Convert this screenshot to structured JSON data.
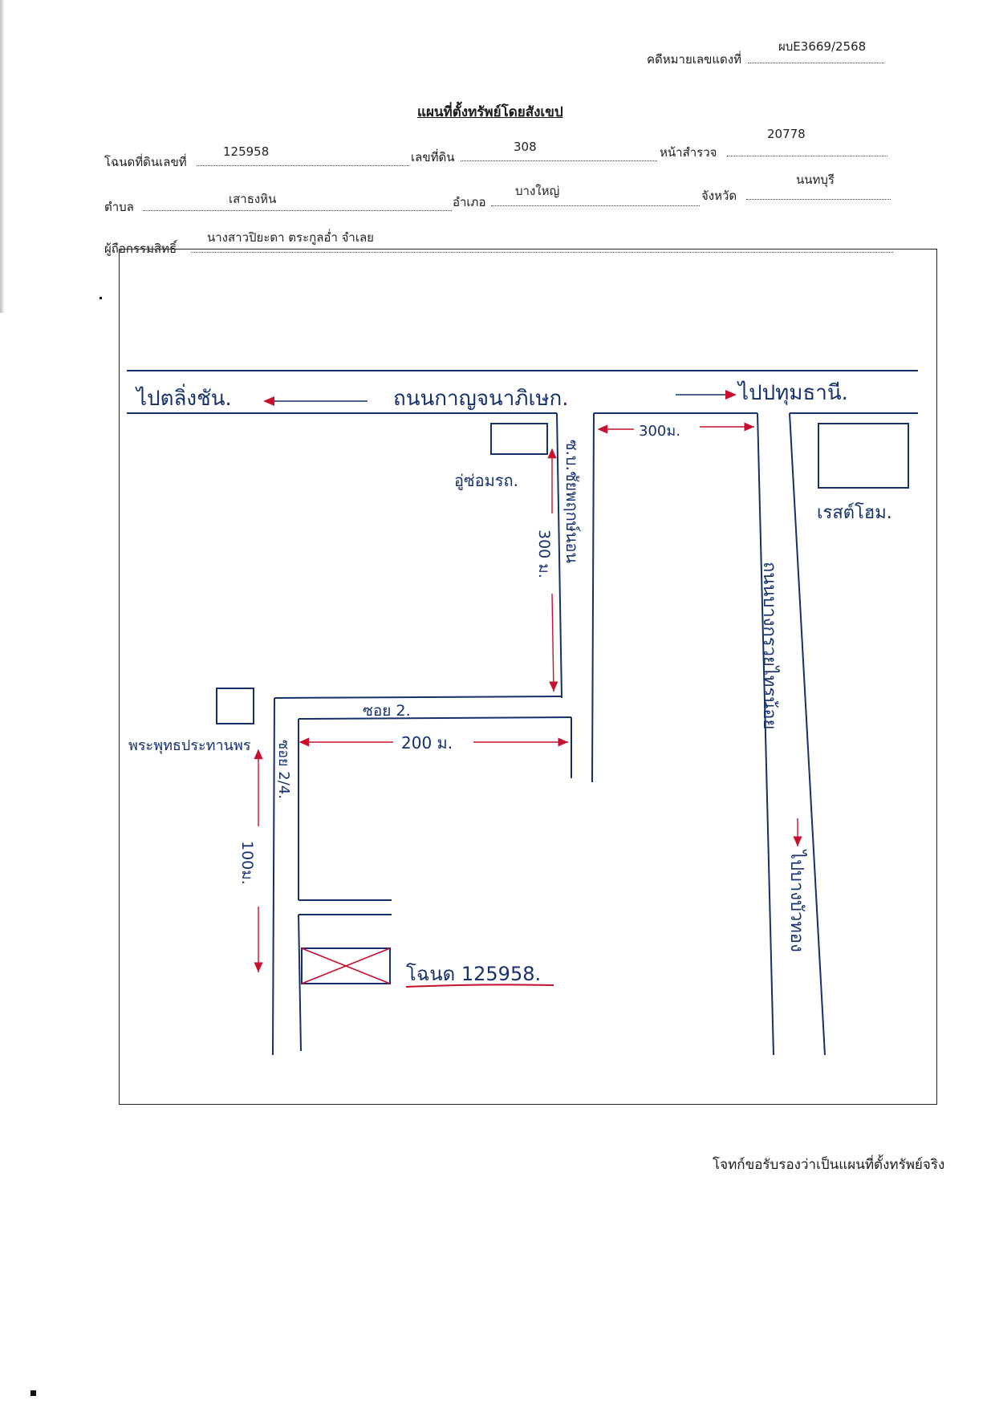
{
  "header": {
    "case_label": "คดีหมายเลขแดงที่",
    "case_value": "ผบE3669/2568"
  },
  "title": "แผนที่ตั้งทรัพย์โดยสังเขป",
  "fields": {
    "deed_label": "โฉนดที่ดินเลขที่",
    "deed_value": "125958",
    "land_no_label": "เลขที่ดิน",
    "land_no_value": "308",
    "survey_page_label": "หน้าสำรวจ",
    "survey_page_value": "20778",
    "subdistrict_label": "ตำบล",
    "subdistrict_value": "เสาธงหิน",
    "district_label": "อำเภอ",
    "district_value": "บางใหญ่",
    "province_label": "จังหวัด",
    "province_value": "นนทบุรี",
    "owner_label": "ผู้ถือกรรมสิทธิ์",
    "owner_value": "นางสาวปิยะดา ตระกูลอ่ำ จำเลย"
  },
  "map": {
    "to_taling_chan": "ไปตลิ่งชัน.",
    "main_road": "ถนนกาญจนาภิเษก.",
    "to_pathum_thani": "ไปปทุมธานี.",
    "dist_300_top": "300ม.",
    "garage": "อู่ซ่อมรถ.",
    "best_home": "เรสต์โฮม.",
    "dist_300_side": "300 ม.",
    "soi_left": "ซ.บ.ชัยพฤกษ์นอน",
    "road_right": "ถนนบางกรวยไทรน้อย",
    "to_bang_bua_thong": "ไปบางบัวทอง",
    "soi_2": "ซอย 2.",
    "temple": "พระพุทธประทานพร",
    "dist_200": "200 ม.",
    "soi_2_4": "ซอย 2/4.",
    "dist_100": "100ม.",
    "deed_plot": "โฉนด 125958."
  },
  "footer": "โจทก์ขอรับรองว่าเป็นแผนที่ตั้งทรัพย์จริง",
  "colors": {
    "ink": "#15306b",
    "arrow": "#c8102e",
    "frame": "#222222"
  }
}
